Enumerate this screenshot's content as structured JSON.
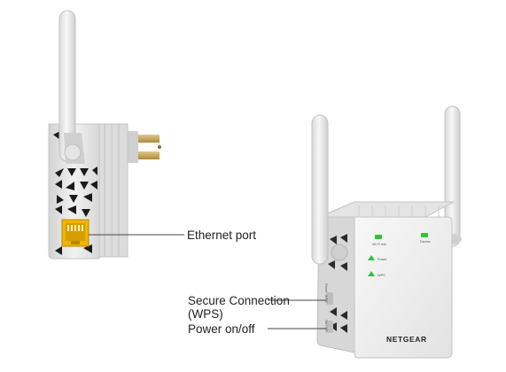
{
  "callouts": {
    "ethernet": "Ethernet port",
    "wps_line1": "Secure Connection",
    "wps_line2": "(WPS)",
    "power": "Power on/off"
  },
  "device": {
    "brand": "NETGEAR",
    "led_wifi": "Wi-Fi link",
    "led_device": "Device",
    "led_power": "Power",
    "led_wps": "WPS",
    "side_label_reset": "Reset",
    "side_label_wps": "WPS",
    "side_label_power": "On / Off"
  },
  "colors": {
    "body": "#e6e6e6",
    "body_shadow": "#c8c8c8",
    "ethernet_port": "#f1b400",
    "led_green": "#2fc43a",
    "plug_brass": "#c9a45c"
  }
}
